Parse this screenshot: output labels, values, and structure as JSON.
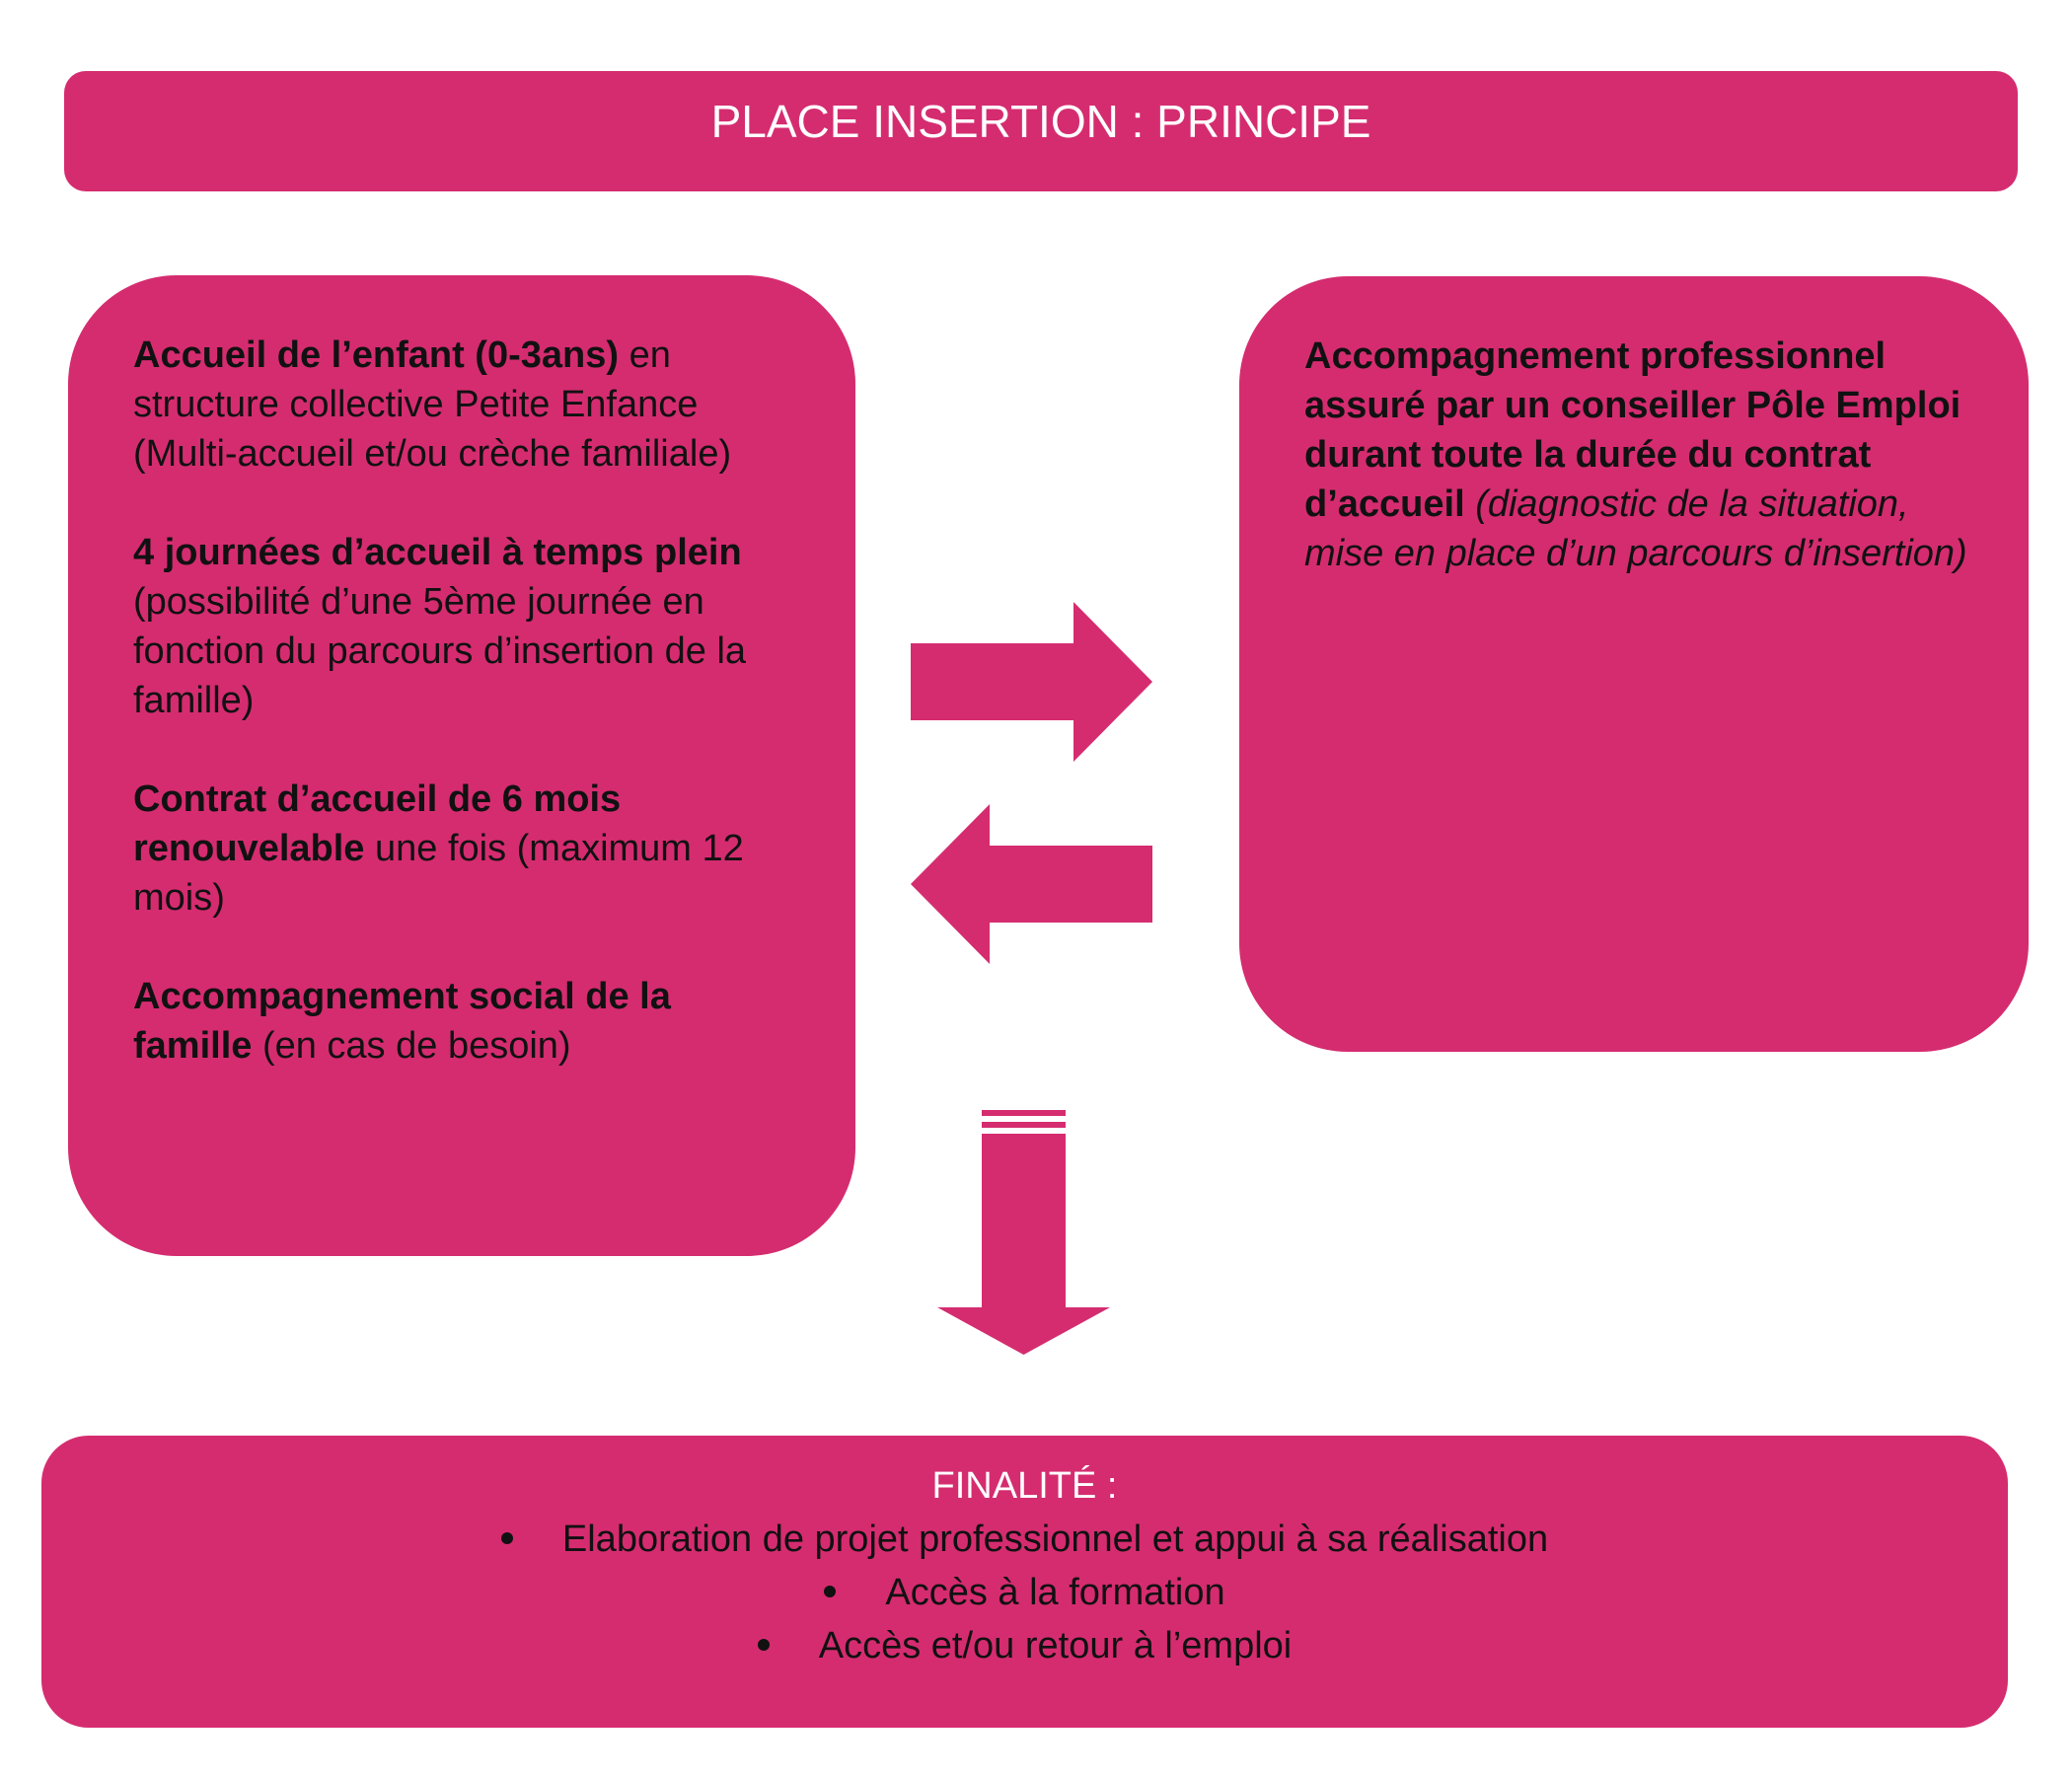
{
  "title": "PLACE INSERTION : PRINCIPE",
  "left_box": {
    "p1_bold": "Accueil de l’enfant (0-3ans)",
    "p1_rest": " en structure collective Petite Enfance (Multi-accueil et/ou crèche familiale)",
    "p2_bold": "4 journées d’accueil à temps plein",
    "p2_rest": " (possibilité d’une 5ème journée en fonction du parcours d’insertion de la famille)",
    "p3_bold": "Contrat d’accueil de 6 mois renouvelable",
    "p3_rest": " une fois (maximum 12 mois)",
    "p4_bold": "Accompagnement social de la famille",
    "p4_rest": " (en cas de besoin)"
  },
  "right_box": {
    "bold": "Accompagnement professionnel assuré par un conseiller Pôle Emploi durant toute la durée du contrat d’accueil",
    "italic": " (diagnostic de la situation, mise en place d’un parcours d’insertion)"
  },
  "finalite": {
    "title": "FINALITÉ :",
    "items": [
      "Elaboration de projet professionnel et appui à sa réalisation",
      "Accès à la formation",
      "Accès et/ou retour à l’emploi"
    ]
  },
  "colors": {
    "box_fill": "#d52c70",
    "title_text": "#ffffff",
    "body_text": "#111111"
  }
}
